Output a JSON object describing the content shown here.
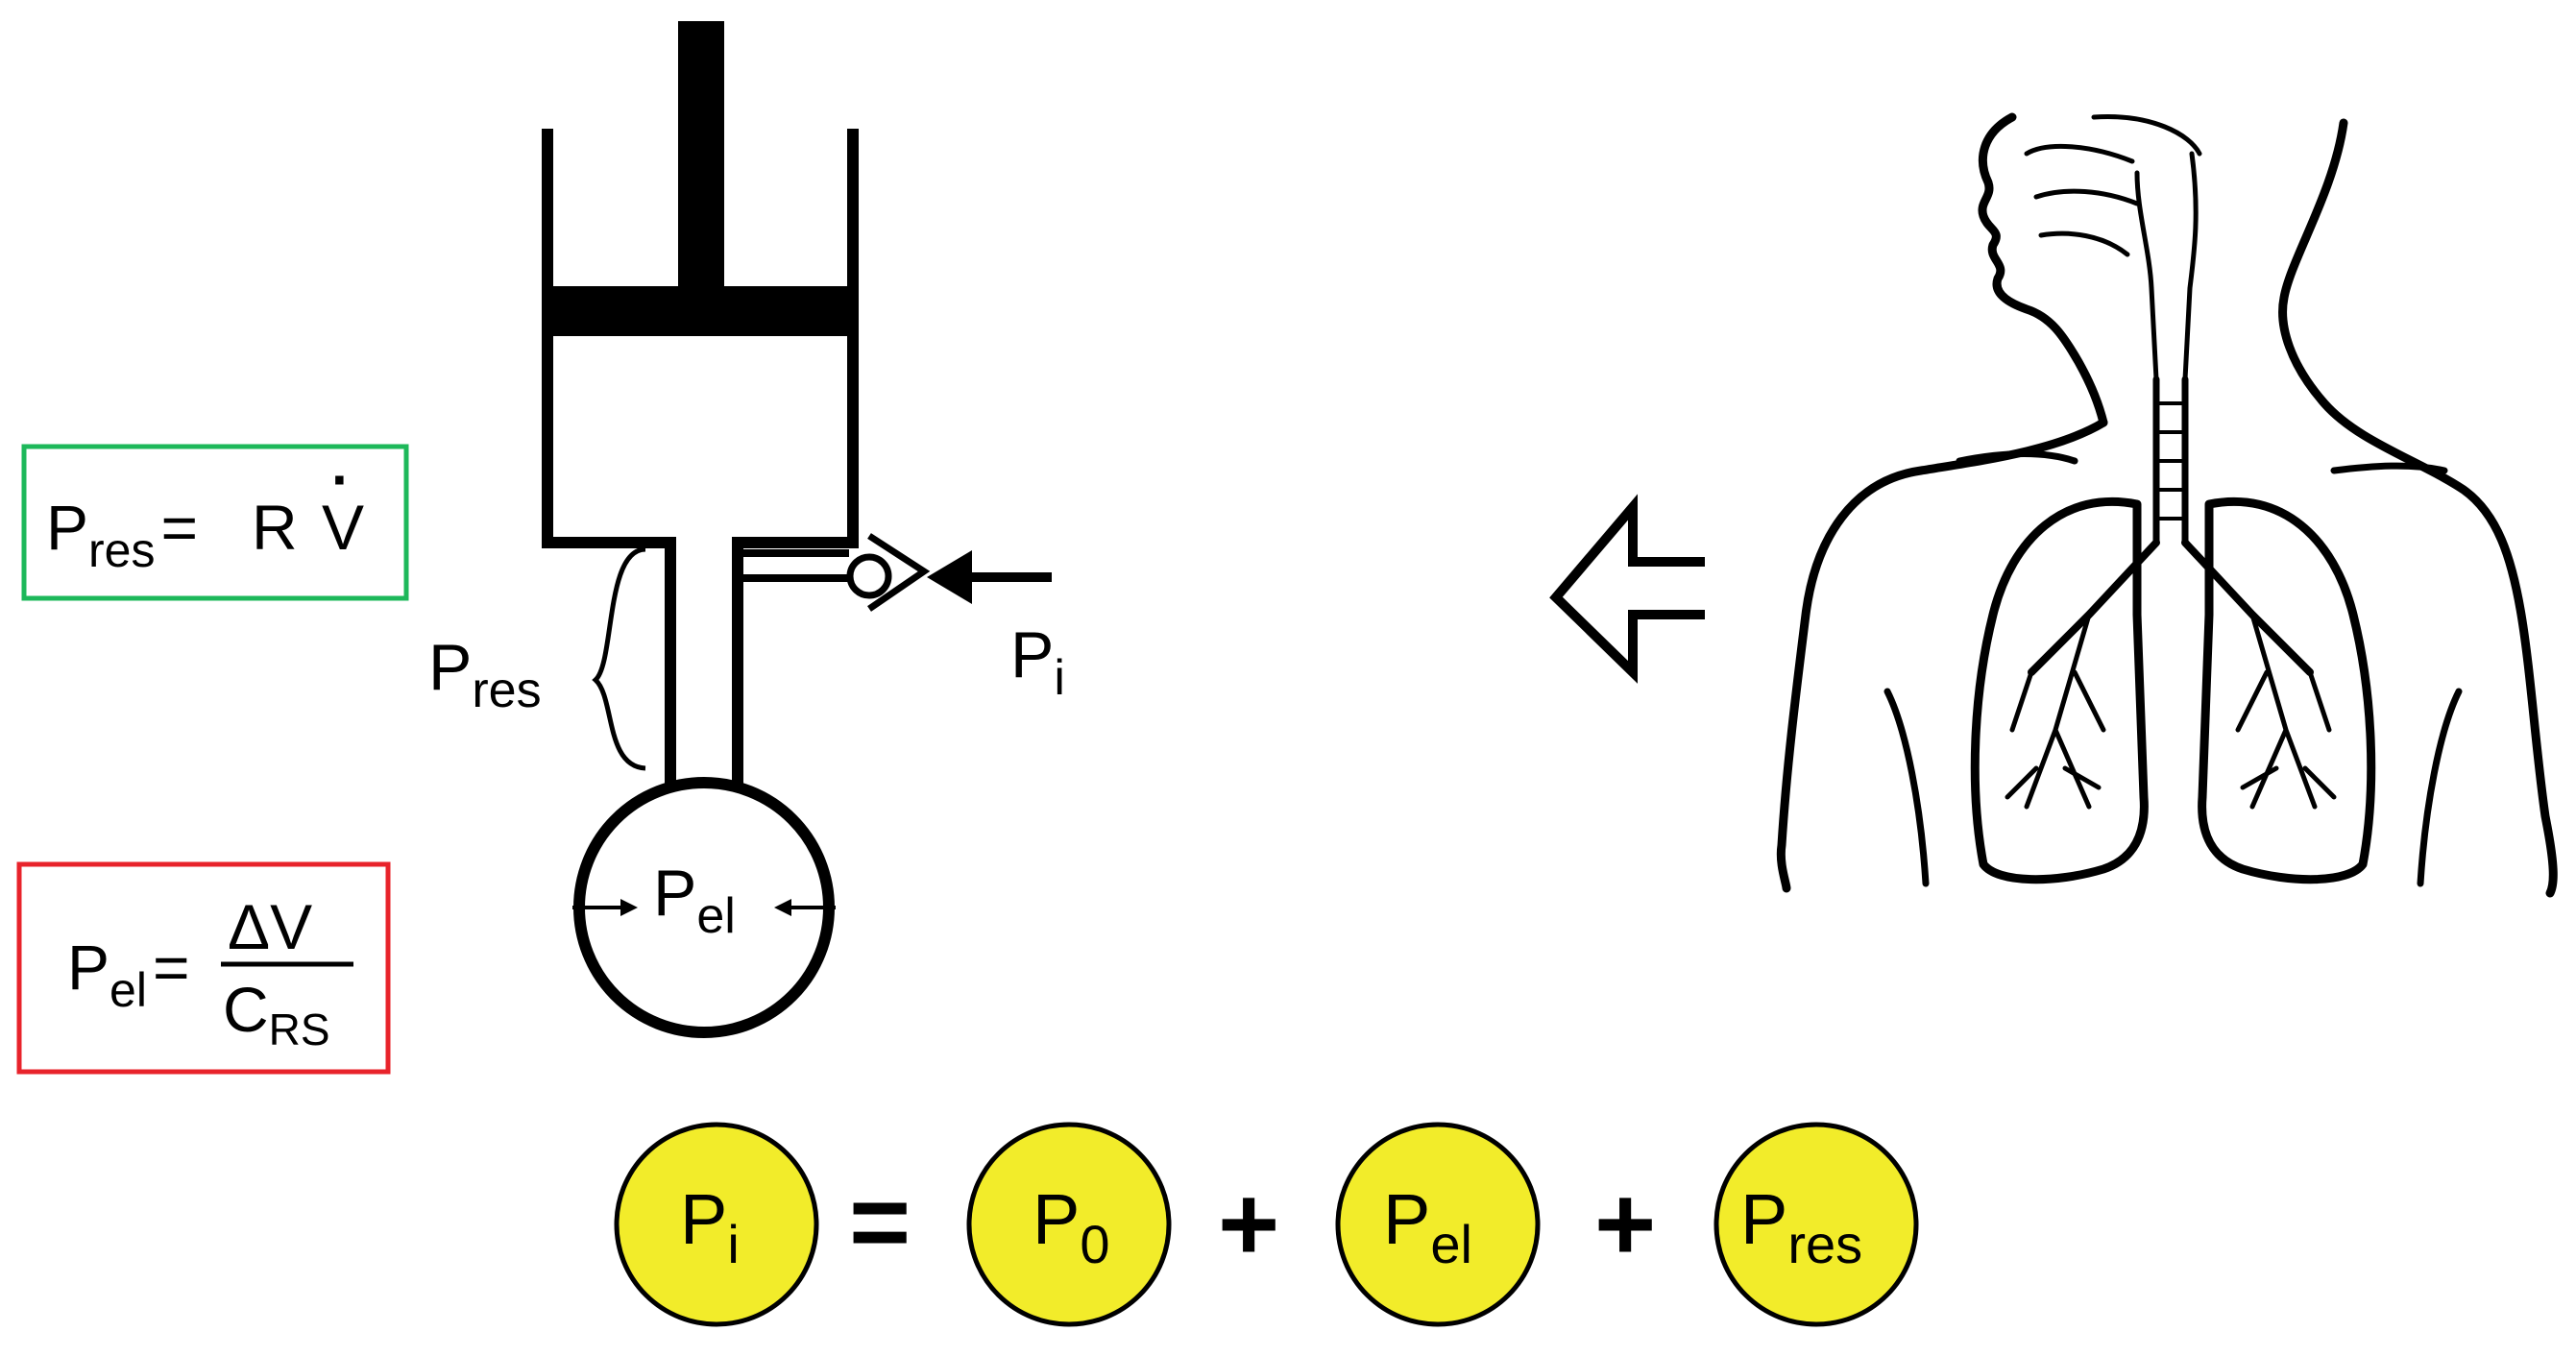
{
  "colors": {
    "background": "#ffffff",
    "ink": "#000000",
    "resistive_box_border": "#1db85a",
    "elastic_box_border": "#e8232b",
    "circle_fill": "#f2ec2a"
  },
  "resistive_formula": {
    "symbol": "P",
    "subscript": "res",
    "equals": "=",
    "rhs_letter": "R",
    "rhs_flow": "V",
    "flow_dot": "·"
  },
  "elastic_formula": {
    "symbol": "P",
    "subscript": "el",
    "equals": "=",
    "numerator": "ΔV",
    "denominator_symbol": "C",
    "denominator_subscript": "RS"
  },
  "piston_labels": {
    "p_res": {
      "symbol": "P",
      "subscript": "res"
    },
    "p_i": {
      "symbol": "P",
      "subscript": "i"
    },
    "p_el": {
      "symbol": "P",
      "subscript": "el"
    }
  },
  "equation": {
    "equals": "=",
    "plus": "+",
    "terms": [
      {
        "symbol": "P",
        "subscript": "i"
      },
      {
        "symbol": "P",
        "subscript": "0"
      },
      {
        "symbol": "P",
        "subscript": "el"
      },
      {
        "symbol": "P",
        "subscript": "res"
      }
    ]
  },
  "icons": [
    "hollow-left-arrow-icon",
    "respiratory-system-illustration",
    "one-way-valve-icon",
    "inflow-arrow-icon"
  ]
}
